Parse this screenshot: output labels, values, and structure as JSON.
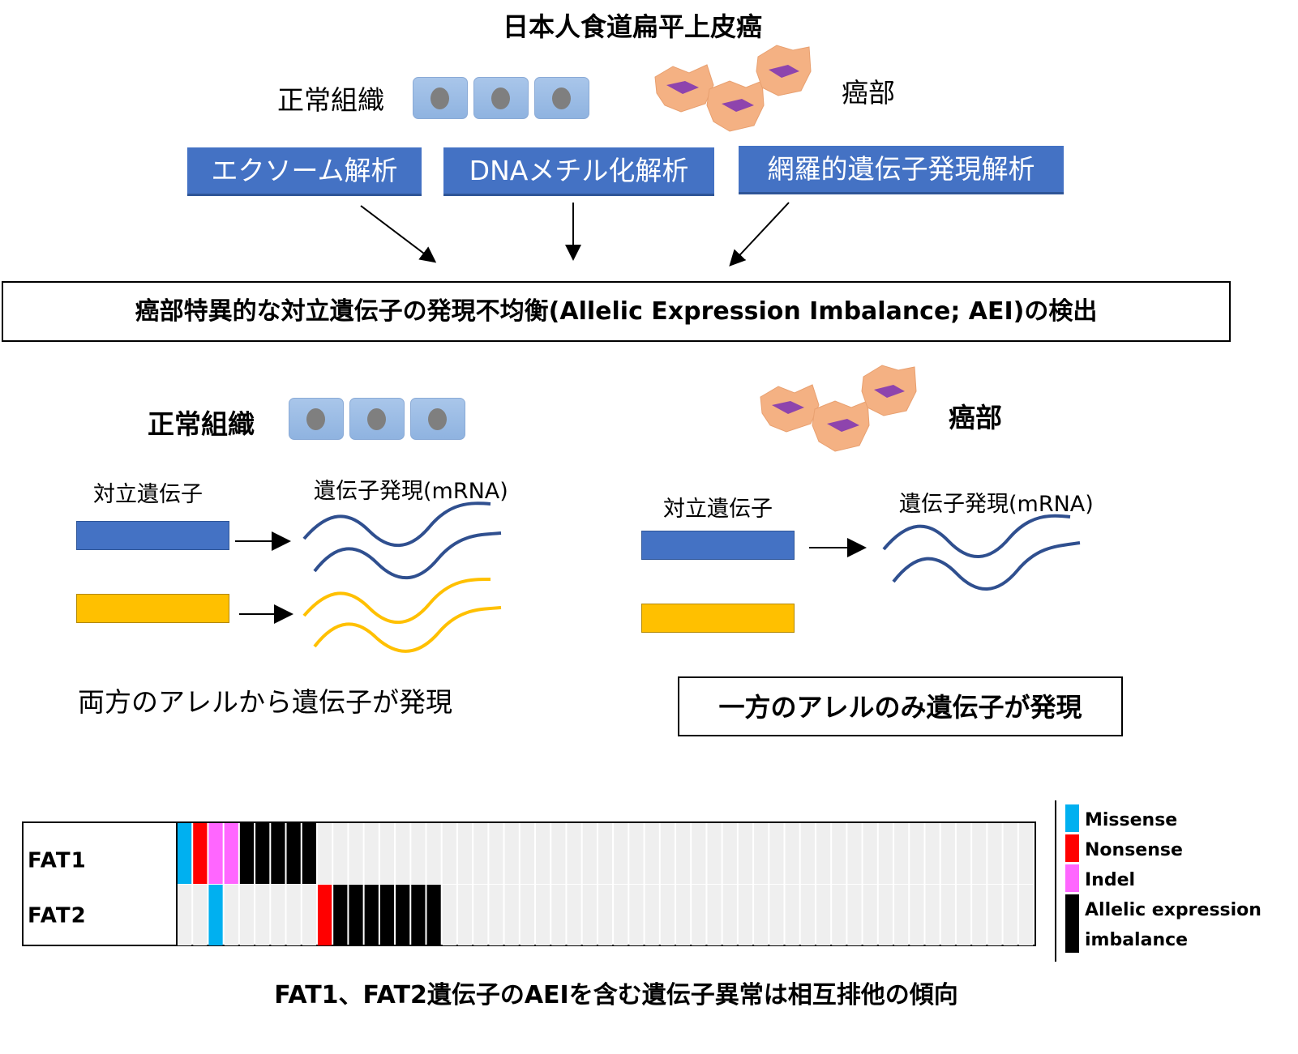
{
  "title": "日本人食道扁平上皮癌",
  "top": {
    "normal_label": "正常組織",
    "tumor_label": "癌部"
  },
  "methods": [
    "エクソーム解析",
    "DNAメチル化解析",
    "網羅的遺伝子発現解析"
  ],
  "aei_box": "癌部特異的な対立遺伝子の発現不均衡(Allelic Expression Imbalance; AEI)の検出",
  "middle": {
    "normal_label": "正常組織",
    "tumor_label": "癌部",
    "left_allele_label": "対立遺伝子",
    "left_expr_label": "遺伝子発現(mRNA)",
    "right_allele_label": "対立遺伝子",
    "right_expr_label": "遺伝子発現(mRNA)",
    "left_caption": "両方のアレルから遺伝子が発現",
    "right_caption": "一方のアレルのみ遺伝子が発現"
  },
  "colors": {
    "allele_blue": "#4472c4",
    "allele_yellow": "#ffc000",
    "wave_blue": "#2f4f8f",
    "wave_yellow": "#ffc000",
    "cell_peach": "#f4b183",
    "nucleus_purple": "#8e44ad"
  },
  "mutation_chart": {
    "genes": [
      "FAT1",
      "FAT2"
    ],
    "n_samples": 55,
    "rows": [
      [
        "missense",
        "nonsense",
        "indel",
        "indel",
        "aei",
        "aei",
        "aei",
        "aei",
        "aei"
      ],
      [
        "none",
        "none",
        "missense",
        "none",
        "none",
        "none",
        "none",
        "none",
        "none",
        "nonsense",
        "aei",
        "aei",
        "aei",
        "aei",
        "aei",
        "aei",
        "aei"
      ]
    ],
    "legend": [
      {
        "key": "missense",
        "label": "Missense",
        "color": "#00b0f0"
      },
      {
        "key": "nonsense",
        "label": "Nonsense",
        "color": "#ff0000"
      },
      {
        "key": "indel",
        "label": "Indel",
        "color": "#ff66ff"
      },
      {
        "key": "aei",
        "label": "Allelic expression",
        "label2": "imbalance",
        "color": "#000000"
      }
    ],
    "empty_color": "#efefef"
  },
  "bottom_caption": "FAT1、FAT2遺伝子のAEIを含む遺伝子異常は相互排他の傾向"
}
